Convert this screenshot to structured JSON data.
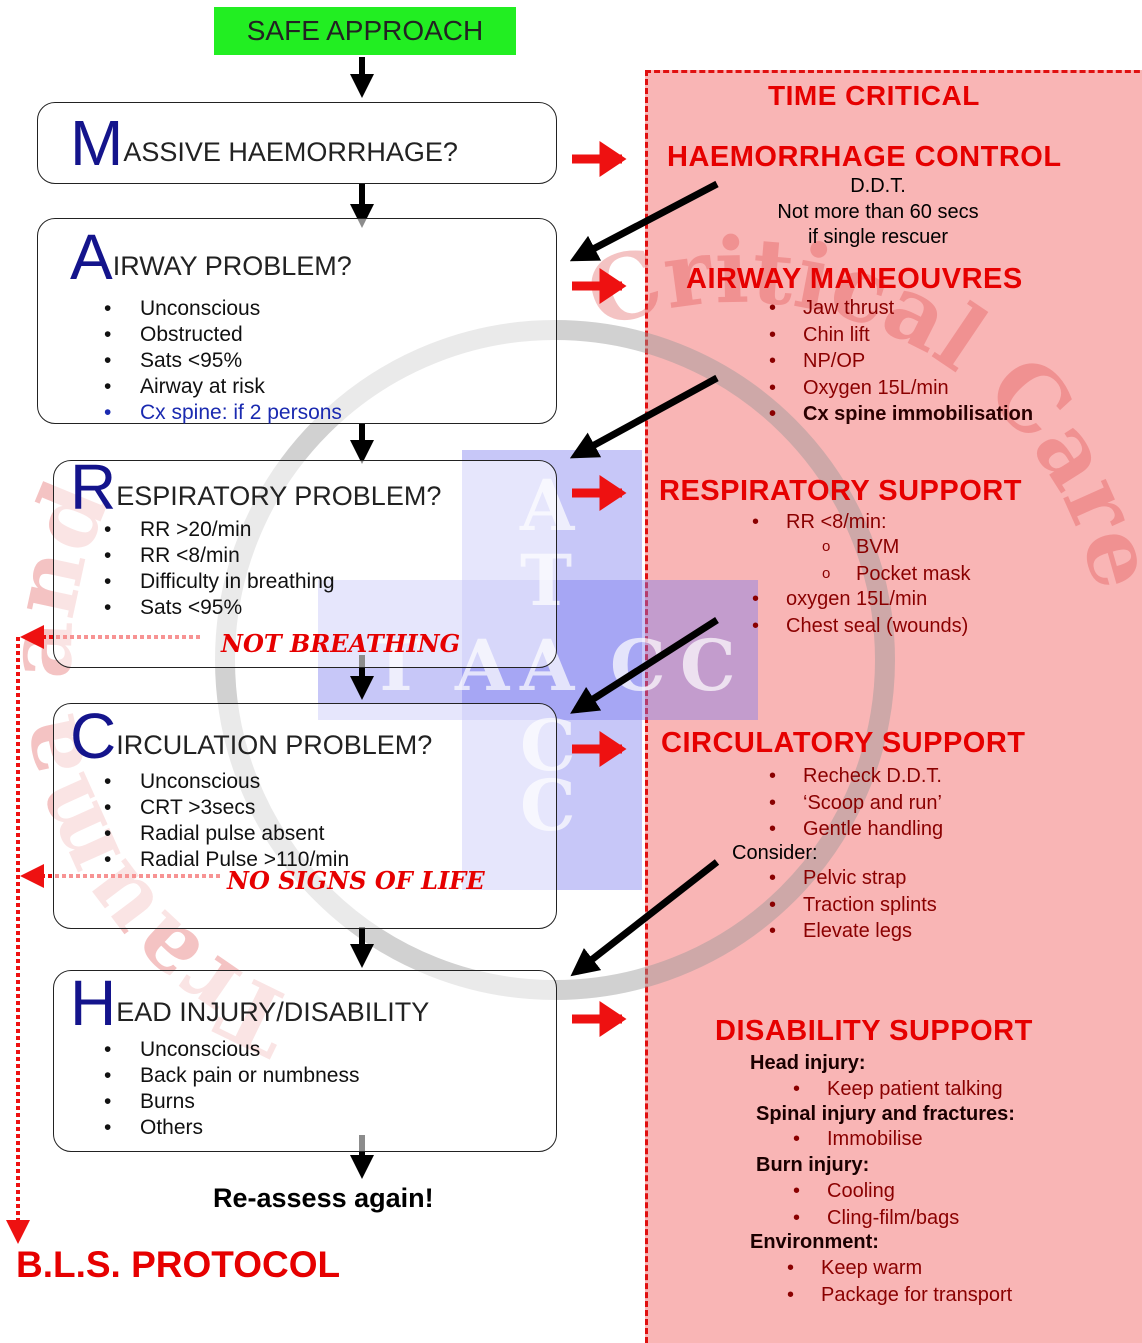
{
  "start": "SAFE APPROACH",
  "steps": {
    "m": {
      "letter": "M",
      "rest": "ASSIVE HAEMORRHAGE?"
    },
    "a": {
      "letter": "A",
      "rest": "IRWAY PROBLEM?",
      "items": [
        "Unconscious",
        "Obstructed",
        "Sats <95%",
        "Airway at risk",
        "Cx spine: if 2 persons"
      ]
    },
    "r": {
      "letter": "R",
      "rest": "ESPIRATORY PROBLEM?",
      "items": [
        "RR >20/min",
        "RR <8/min",
        "Difficulty in breathing",
        "Sats <95%"
      ]
    },
    "c": {
      "letter": "C",
      "rest": "IRCULATION PROBLEM?",
      "items": [
        "Unconscious",
        "CRT >3secs",
        "Radial pulse absent",
        "Radial Pulse >110/min"
      ]
    },
    "h": {
      "letter": "H",
      "rest": "EAD INJURY/DISABILITY",
      "items": [
        "Unconscious",
        "Back pain or numbness",
        "Burns",
        "Others"
      ]
    }
  },
  "not_breathing": "NOT BREATHING",
  "no_signs_of_life": "NO SIGNS OF LIFE",
  "reassess": "Re-assess again!",
  "bls": "B.L.S. PROTOCOL",
  "panel": {
    "title": "TIME CRITICAL",
    "haemorrhage": {
      "head": "HAEMORRHAGE CONTROL",
      "lines": [
        "D.D.T.",
        "Not more than 60 secs",
        "if single rescuer"
      ]
    },
    "airway": {
      "head": "AIRWAY MANEOUVRES",
      "items": [
        "Jaw thrust",
        "Chin lift",
        "NP/OP",
        "Oxygen 15L/min",
        "Cx spine immobilisation"
      ]
    },
    "respiratory": {
      "head": "RESPIRATORY SUPPORT",
      "item1": "RR <8/min:",
      "sub": [
        "BVM",
        "Pocket mask"
      ],
      "items": [
        "oxygen 15L/min",
        "Chest seal (wounds)"
      ]
    },
    "circulatory": {
      "head": "CIRCULATORY SUPPORT",
      "items": [
        "Recheck D.D.T.",
        "‘Scoop and run’",
        "Gentle handling"
      ],
      "consider": "Consider:",
      "consider_items": [
        "Pelvic strap",
        "Traction splints",
        "Elevate legs"
      ]
    },
    "disability": {
      "head": "DISABILITY SUPPORT",
      "head_injury": "Head injury:",
      "head_injury_items": [
        "Keep patient talking"
      ],
      "spinal": "Spinal injury and fractures:",
      "spinal_items": [
        "Immobilise"
      ],
      "burn": "Burn injury:",
      "burn_items": [
        "Cooling",
        "Cling-film/bags"
      ],
      "environment": "Environment:",
      "environment_items": [
        "Keep warm",
        "Package for transport"
      ]
    }
  },
  "watermark": {
    "arc_left": "Trauma and",
    "arc_right": "Critical Care",
    "cross": "ATACC"
  },
  "colors": {
    "start_green": "#22ee22",
    "alert_red": "#e60000",
    "panel_pink": "#f9b5b5",
    "letter_blue": "#14148c"
  }
}
